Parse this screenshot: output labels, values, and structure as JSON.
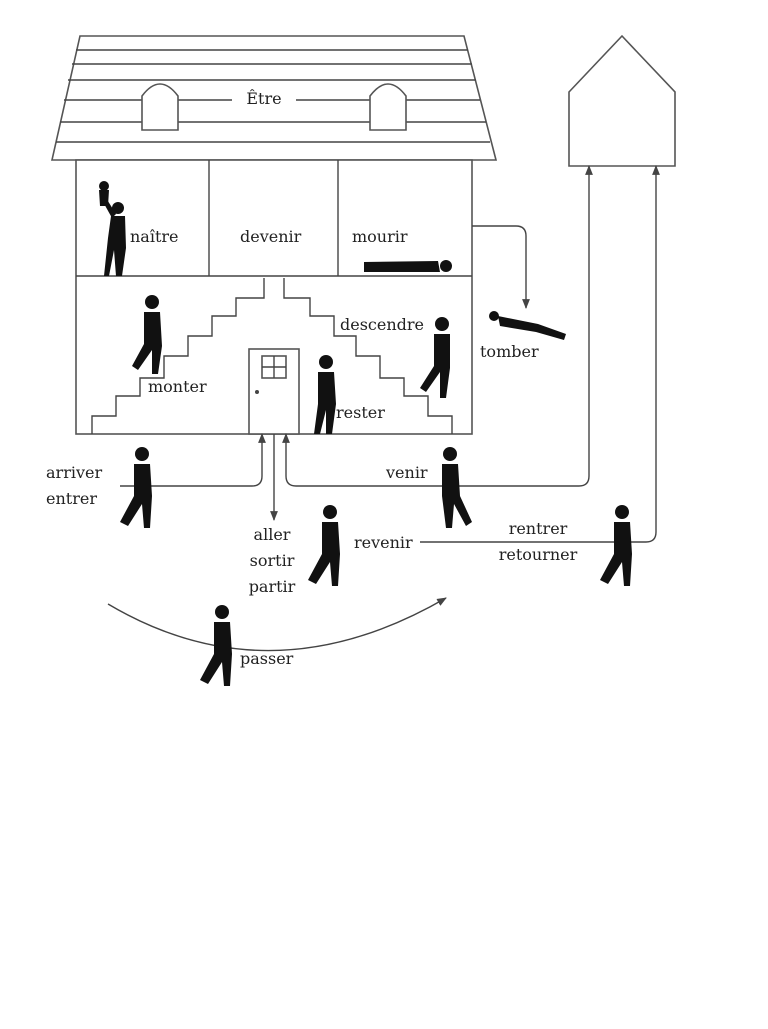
{
  "roof_title": "Être",
  "verbs": {
    "naitre": "naître",
    "devenir": "devenir",
    "mourir": "mourir",
    "descendre": "descendre",
    "monter": "monter",
    "rester": "rester",
    "tomber": "tomber",
    "arriver": "arriver",
    "entrer": "entrer",
    "venir": "venir",
    "aller": "aller",
    "sortir": "sortir",
    "partir": "partir",
    "revenir": "revenir",
    "rentrer": "rentrer",
    "retourner": "retourner",
    "passer": "passer"
  },
  "colors": {
    "ink": "#111111",
    "line": "#444444",
    "wall": "#555555"
  }
}
